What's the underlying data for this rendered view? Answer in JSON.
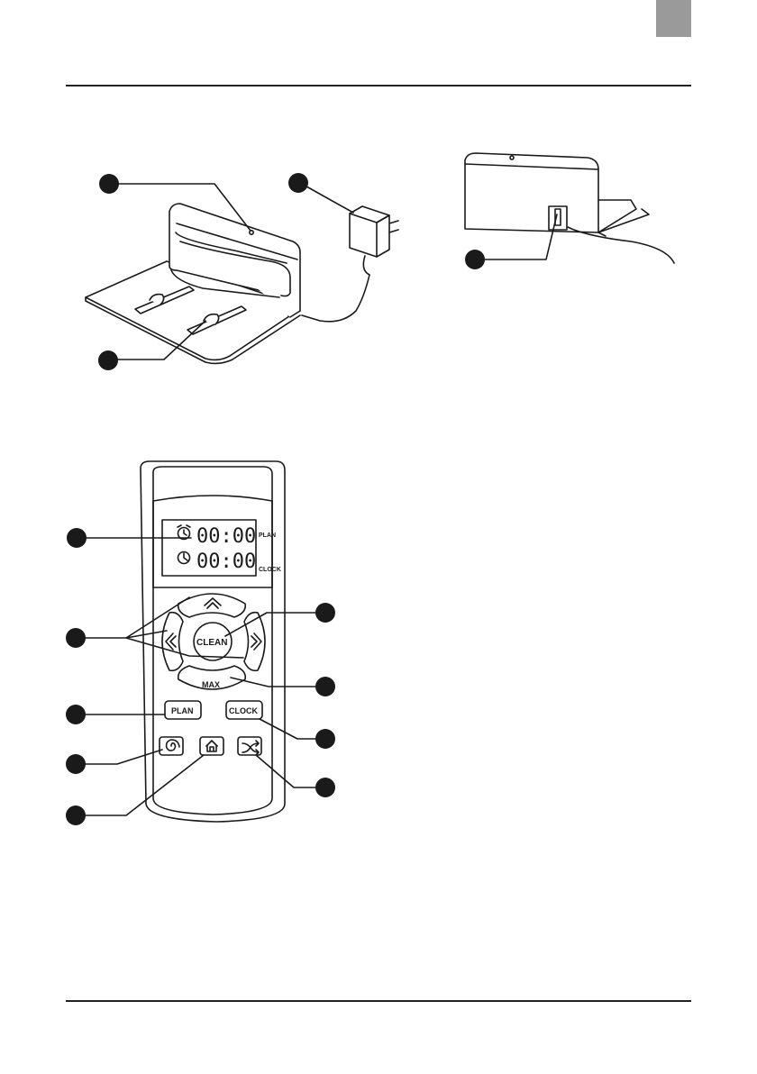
{
  "remote": {
    "lcd": {
      "plan_time": "00:00",
      "clock_time": "00:00",
      "plan_label": "PLAN",
      "clock_label": "CLOCK"
    },
    "buttons": {
      "clean": "CLEAN",
      "max": "MAX",
      "plan": "PLAN",
      "clock": "CLOCK"
    }
  },
  "icons": {
    "alarm": "alarm-clock-icon",
    "clock": "clock-icon",
    "spiral": "spiral-icon",
    "home": "home-icon",
    "random": "shuffle-icon",
    "up": "chevron-up-icon",
    "left": "chevron-left-icon",
    "right": "chevron-right-icon"
  },
  "colors": {
    "page_tab": "#9a9a9a",
    "callout_dot": "#1a1a1a",
    "ink": "#1a1a1a"
  }
}
